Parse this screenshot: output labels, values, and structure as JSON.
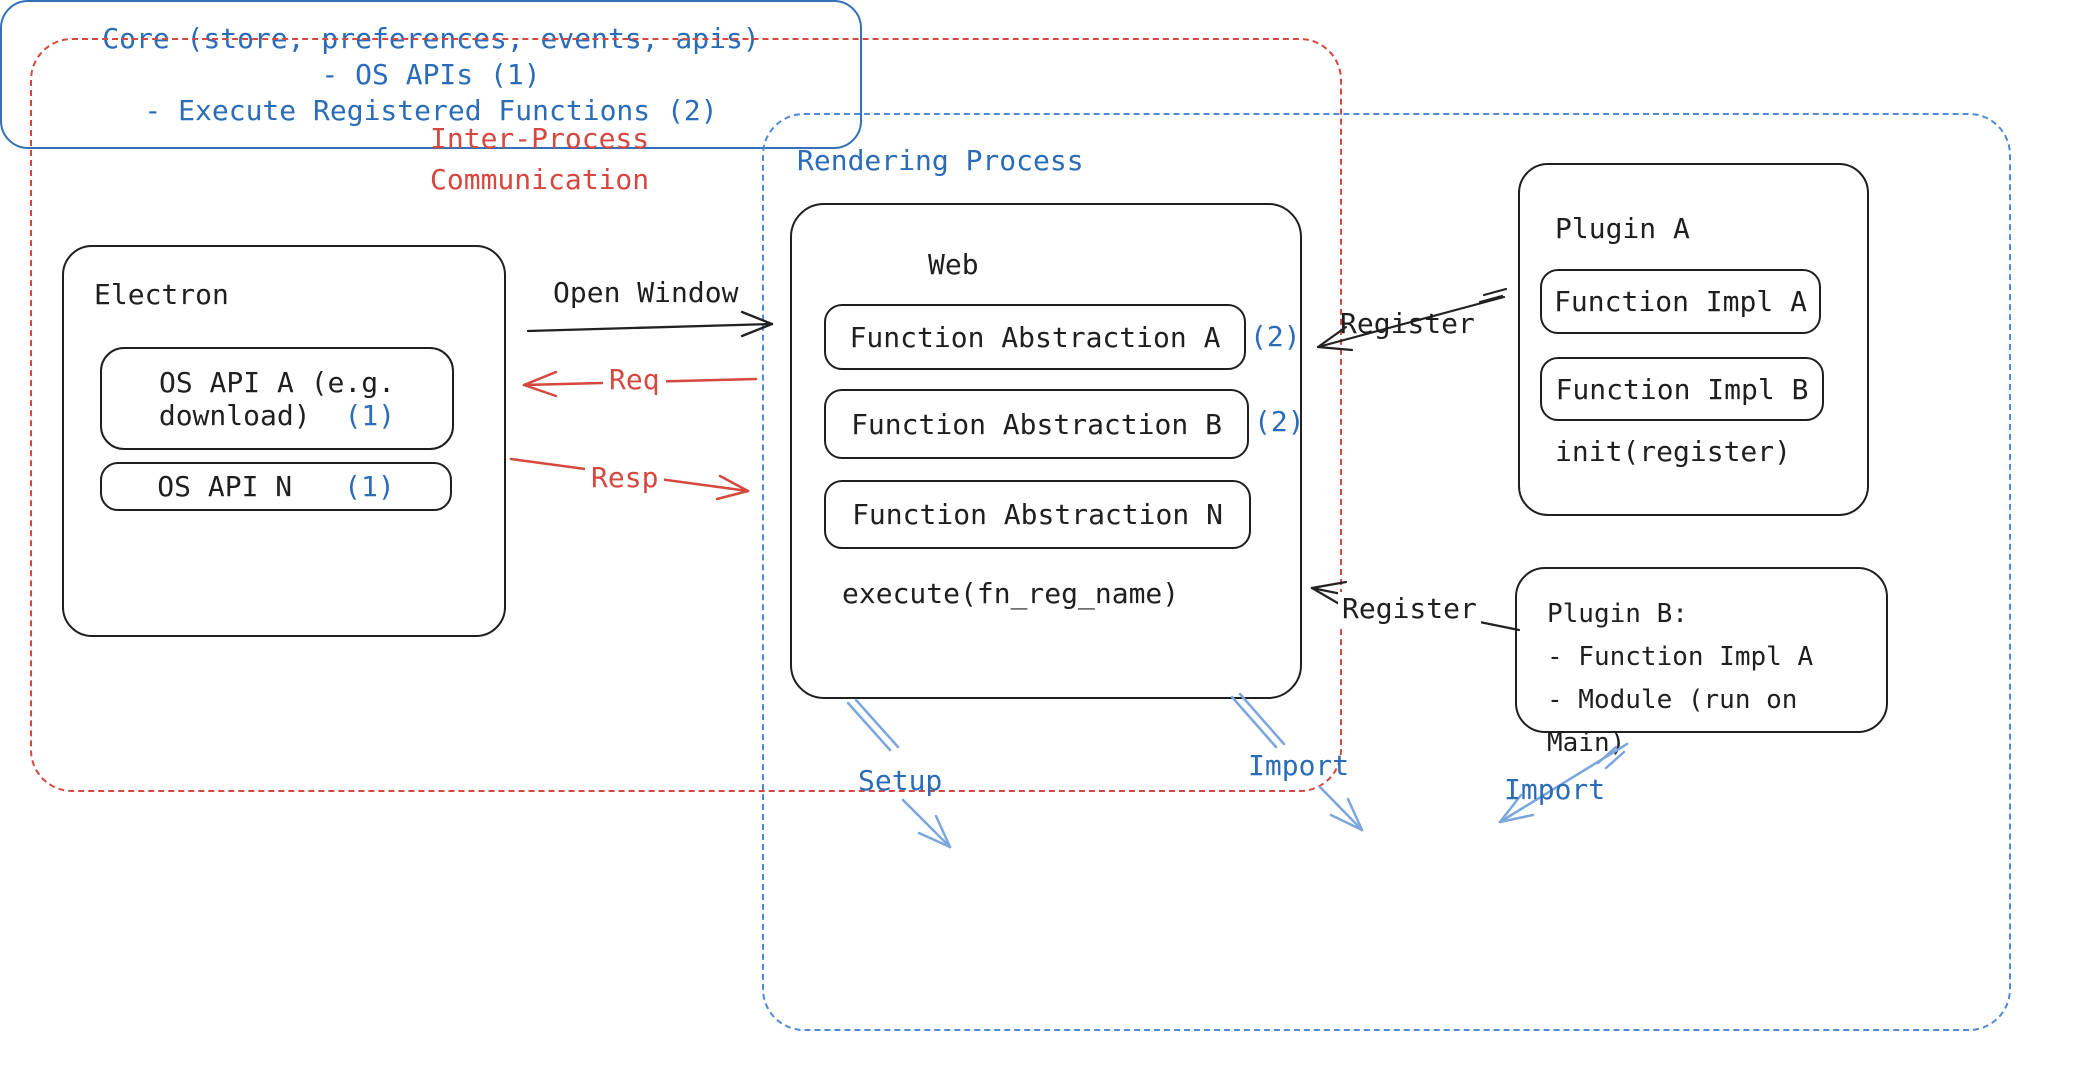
{
  "colors": {
    "red": "#d64740",
    "blue_text": "#2a6cb8",
    "blue_arrow": "#7ba6de",
    "blue_dash": "#4d8bd8",
    "core_stroke": "#3370b7",
    "ink": "#1f1f1f"
  },
  "ipc": {
    "label": "Inter-Process\nCommunication"
  },
  "rendering": {
    "label": "Rendering Process"
  },
  "electron": {
    "title": "Electron",
    "api_a_line1": "OS API A (e.g.",
    "api_a_line2": "download)",
    "api_a_badge": "(1)",
    "api_n_label": "OS API N",
    "api_n_badge": "(1)"
  },
  "web": {
    "title": "Web",
    "abstractions": [
      {
        "label": "Function Abstraction A",
        "badge": "(2)"
      },
      {
        "label": "Function Abstraction B",
        "badge": "(2)"
      },
      {
        "label": "Function Abstraction N",
        "badge": ""
      }
    ],
    "execute": "execute(fn_reg_name)"
  },
  "plugin_a": {
    "title": "Plugin A",
    "impl_a": "Function Impl A",
    "impl_b": "Function Impl B",
    "init": "init(register)"
  },
  "plugin_b": {
    "title": "Plugin B:",
    "lines": [
      "- Function Impl A",
      "- Module (run on Main)"
    ]
  },
  "core": {
    "lines": [
      "Core (store, preferences, events, apis)",
      "- OS APIs (1)",
      "- Execute Registered Functions (2)"
    ]
  },
  "arrows": {
    "open_window": "Open Window",
    "req": "Req",
    "resp": "Resp",
    "register_a": "Register",
    "register_b": "Register",
    "setup": "Setup",
    "import_web": "Import",
    "import_plugin": "Import"
  }
}
